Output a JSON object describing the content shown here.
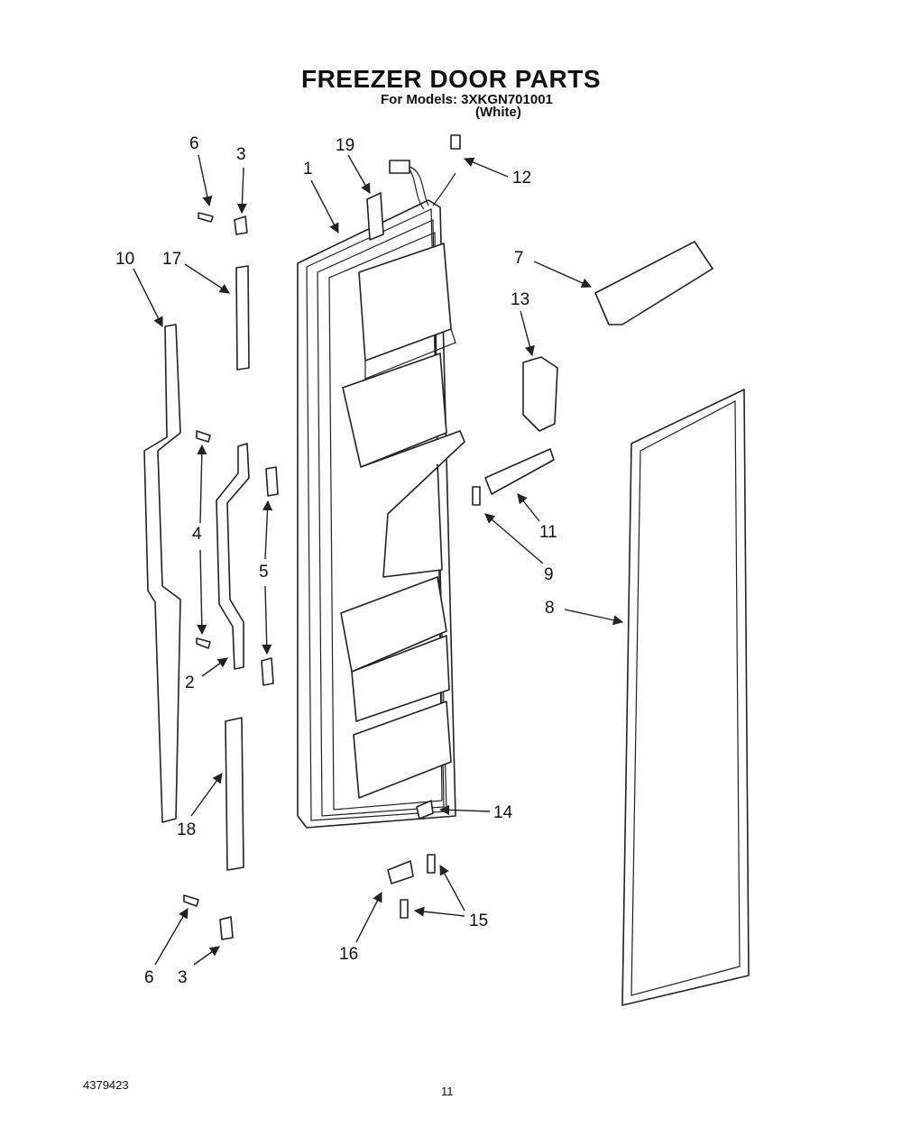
{
  "header": {
    "title": "FREEZER DOOR PARTS",
    "models": "For Models: 3XKGN701001",
    "color": "(White)"
  },
  "footer": {
    "doc_number": "4379423",
    "page": "11"
  },
  "callouts": [
    "1",
    "2",
    "3",
    "3",
    "4",
    "5",
    "6",
    "6",
    "7",
    "8",
    "9",
    "10",
    "11",
    "12",
    "13",
    "14",
    "15",
    "16",
    "17",
    "18",
    "19"
  ]
}
